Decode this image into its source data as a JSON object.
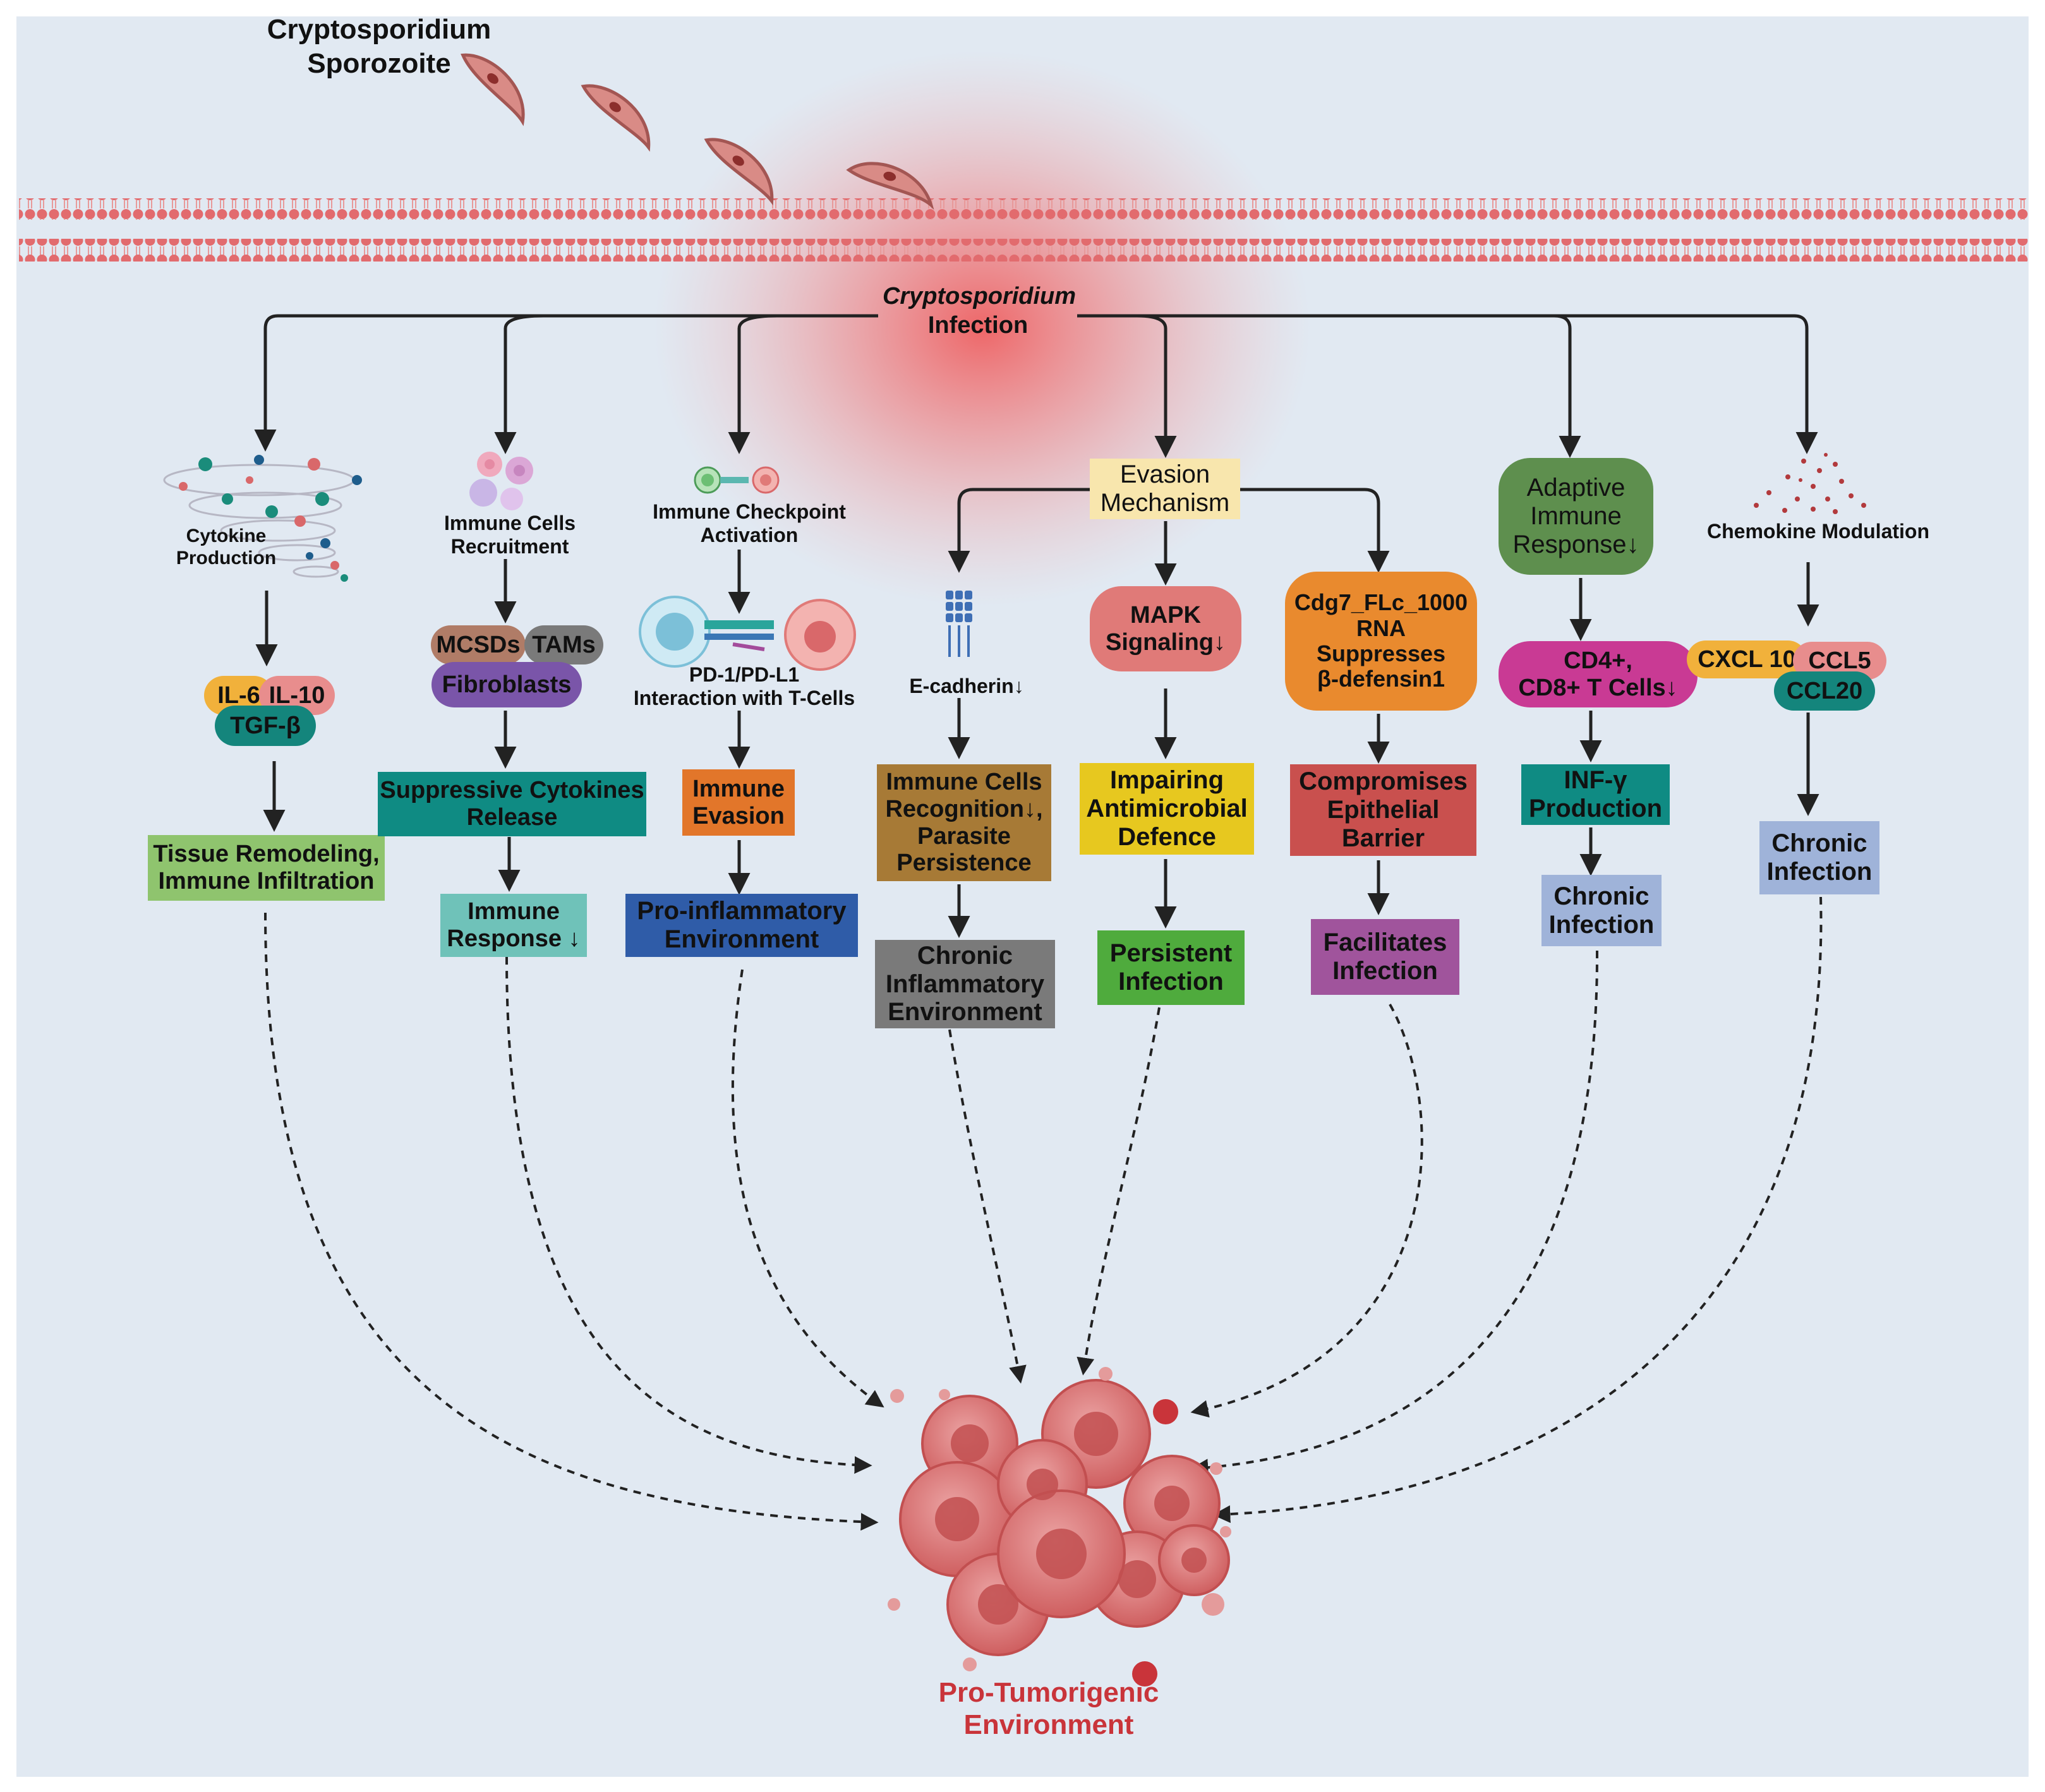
{
  "header": {
    "organism_line1": "Cryptosporidium",
    "organism_line2": "Sporozoite",
    "infection_italic": "Cryptosporidium",
    "infection_word": "Infection"
  },
  "branch1": {
    "icon_label": "Cytokine\nProduction",
    "il6": "IL-6",
    "il10": "IL-10",
    "tgfb": "TGF-β",
    "outcome": "Tissue Remodeling,\nImmune Infiltration"
  },
  "branch2": {
    "icon_label": "Immune Cells\nRecruitment",
    "mcsds": "MCSDs",
    "tams": "TAMs",
    "fibroblasts": "Fibroblasts",
    "step": "Suppressive Cytokines\nRelease",
    "outcome": "Immune\nResponse ↓"
  },
  "branch3": {
    "icon_label": "Immune Checkpoint\nActivation",
    "interaction": "PD-1/PD-L1\nInteraction with T-Cells",
    "step": "Immune\nEvasion",
    "outcome": "Pro-inflammatory\nEnvironment"
  },
  "evasion": {
    "title": "Evasion\nMechanism",
    "left": {
      "icon_label": "E-cadherin↓",
      "step": "Immune Cells\nRecognition↓,\nParasite\nPersistence",
      "outcome": "Chronic\nInflammatory\nEnvironment"
    },
    "mid": {
      "node": "MAPK\nSignaling↓",
      "step": "Impairing\nAntimicrobial\nDefence",
      "outcome": "Persistent\nInfection"
    },
    "right": {
      "node": "Cdg7_FLc_1000\nRNA\nSuppresses\nβ-defensin1",
      "step": "Compromises\nEpithelial\nBarrier",
      "outcome": "Facilitates\nInfection"
    }
  },
  "branch5": {
    "node": "Adaptive\nImmune\nResponse↓",
    "cells": "CD4+,\nCD8+ T Cells↓",
    "step": "INF-γ\nProduction",
    "outcome": "Chronic\nInfection"
  },
  "branch6": {
    "icon_label": "Chemokine Modulation",
    "cxcl10": "CXCL 10",
    "ccl5": "CCL5",
    "ccl20": "CCL20",
    "outcome": "Chronic\nInfection"
  },
  "result": {
    "label": "Pro-Tumorigenic\nEnvironment"
  },
  "colors": {
    "background": "#e1e9f2",
    "membrane": "#e26b6e",
    "sporozoite": "#d98b86",
    "tumor": "#d9686a",
    "result_text": "#c9343a",
    "tissue": "#8fc46e",
    "teal": "#0f8b83",
    "immune_response": "#6fc2b9",
    "immune_evasion": "#e2762a",
    "pro_inflammatory": "#2f5ca8",
    "recognition": "#a77a36",
    "chronic_inflammatory": "#7a7a7a",
    "impairing": "#e7c81f",
    "persistent": "#4fab3d",
    "compromises": "#c9504e",
    "facilitates": "#a0549c",
    "chronic_infection": "#9fb3d9",
    "adaptive": "#5e8f4e",
    "cd_cells": "#c93a94",
    "mapk": "#e07a78",
    "cdg7": "#e98a2e",
    "evasion_title": "#f8e6ad"
  }
}
